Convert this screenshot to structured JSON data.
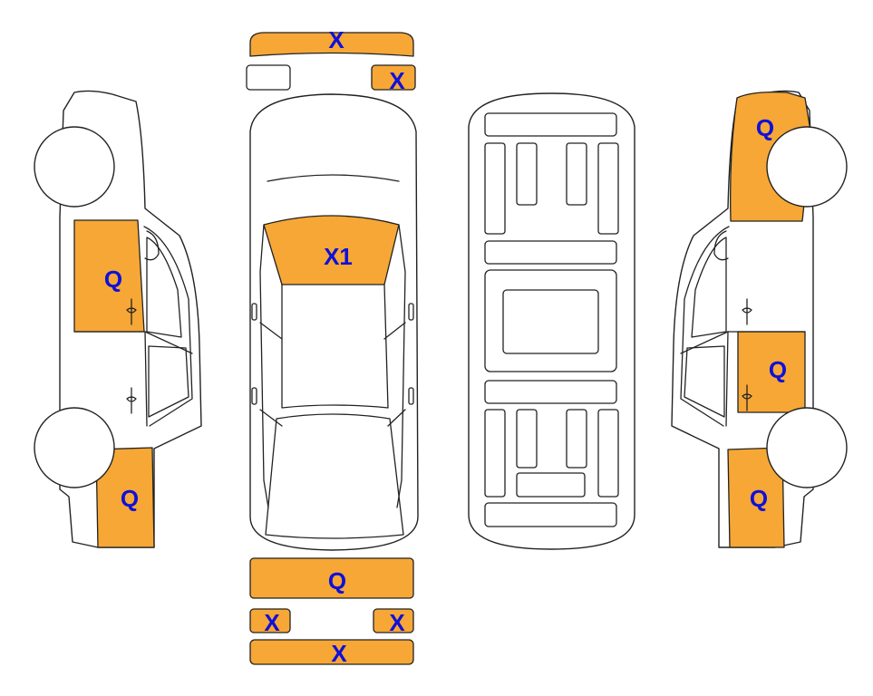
{
  "colors": {
    "damaged": "#F6A736",
    "undamaged": "#FFFFFF",
    "outline": "#222222",
    "label": "#1010D8"
  },
  "marks": {
    "front_bumper": "X",
    "right_headlight": "X",
    "windshield": "X1",
    "left_front_door": "Q",
    "left_rear_quarter": "Q",
    "right_front_fender": "Q",
    "right_rear_door": "Q",
    "right_rear_quarter": "Q",
    "rear_panel": "Q",
    "left_taillight": "X",
    "right_taillight": "X",
    "rear_bumper": "X"
  }
}
